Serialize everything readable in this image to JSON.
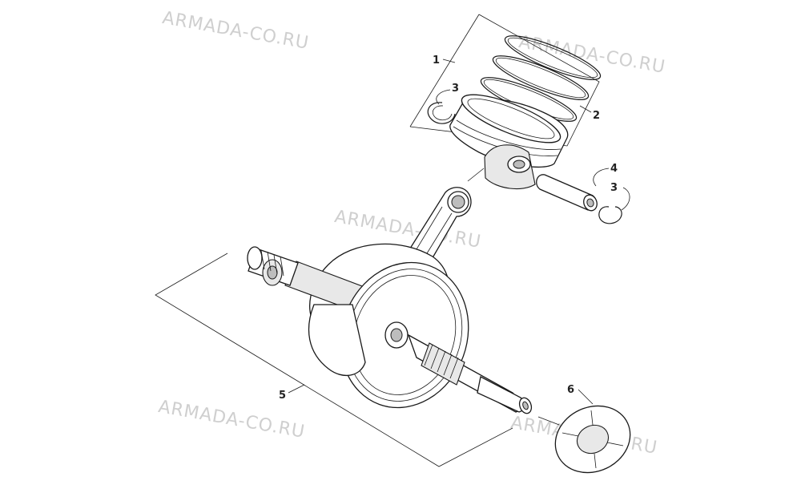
{
  "watermark": "ARMADA-CO.RU",
  "callouts": {
    "c1": "1",
    "c2": "2",
    "c3a": "3",
    "c3b": "3",
    "c4": "4",
    "c5": "5",
    "c6": "6"
  }
}
